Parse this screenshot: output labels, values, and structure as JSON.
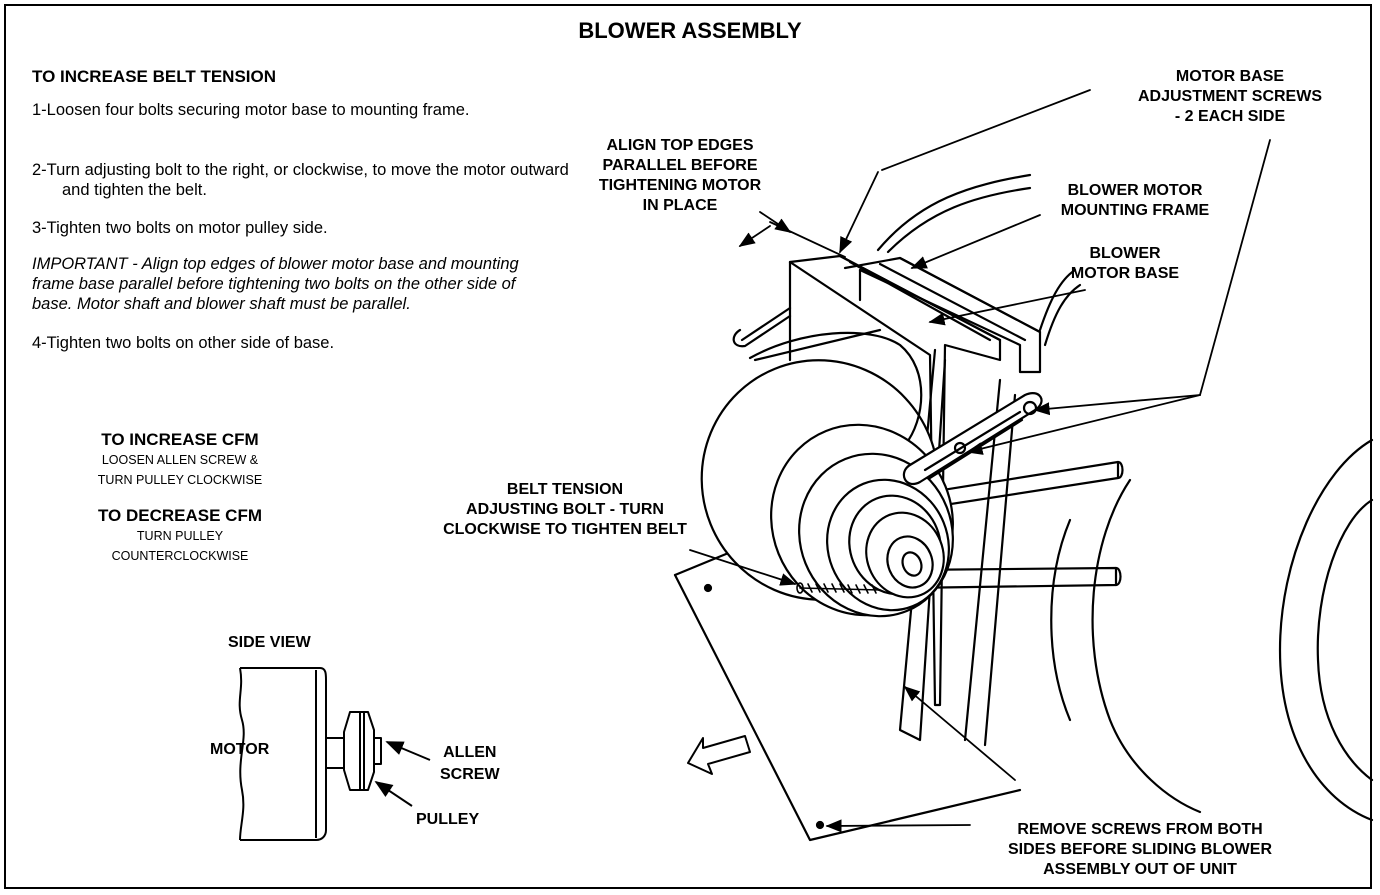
{
  "title": "BLOWER ASSEMBLY",
  "instructions": {
    "heading": "TO INCREASE BELT TENSION",
    "step1": "1-Loosen four bolts securing motor base to mounting frame.",
    "step2": "2-Turn adjusting bolt to the right, or clockwise, to move the motor outward and tighten the belt.",
    "step3": "3-Tighten two bolts on motor pulley side.",
    "important": "IMPORTANT - Align top edges of blower motor base and mounting frame base parallel before tightening two bolts on the other side of base. Motor shaft and blower shaft must be parallel.",
    "step4": "4-Tighten two bolts on other side of base."
  },
  "cfm": {
    "increase_heading": "TO INCREASE CFM",
    "increase_line1": "LOOSEN ALLEN SCREW &",
    "increase_line2": "TURN PULLEY CLOCKWISE",
    "decrease_heading": "TO DECREASE CFM",
    "decrease_line1": "TURN PULLEY",
    "decrease_line2": "COUNTERCLOCKWISE"
  },
  "side_view": {
    "heading": "SIDE VIEW",
    "motor": "MOTOR",
    "allen_line1": "ALLEN",
    "allen_line2": "SCREW",
    "pulley": "PULLEY"
  },
  "callouts": {
    "align_1": "ALIGN TOP EDGES",
    "align_2": "PARALLEL BEFORE",
    "align_3": "TIGHTENING MOTOR",
    "align_4": "IN PLACE",
    "motor_base_adj_1": "MOTOR BASE",
    "motor_base_adj_2": "ADJUSTMENT SCREWS",
    "motor_base_adj_3": "- 2 EACH SIDE",
    "mount_frame_1": "BLOWER MOTOR",
    "mount_frame_2": "MOUNTING FRAME",
    "motor_base_1": "BLOWER",
    "motor_base_2": "MOTOR BASE",
    "belt_1": "BELT TENSION",
    "belt_2": "ADJUSTING BOLT - TURN",
    "belt_3": "CLOCKWISE TO TIGHTEN BELT",
    "remove_1": "REMOVE SCREWS FROM BOTH",
    "remove_2": "SIDES BEFORE SLIDING BLOWER",
    "remove_3": "ASSEMBLY OUT OF UNIT"
  }
}
